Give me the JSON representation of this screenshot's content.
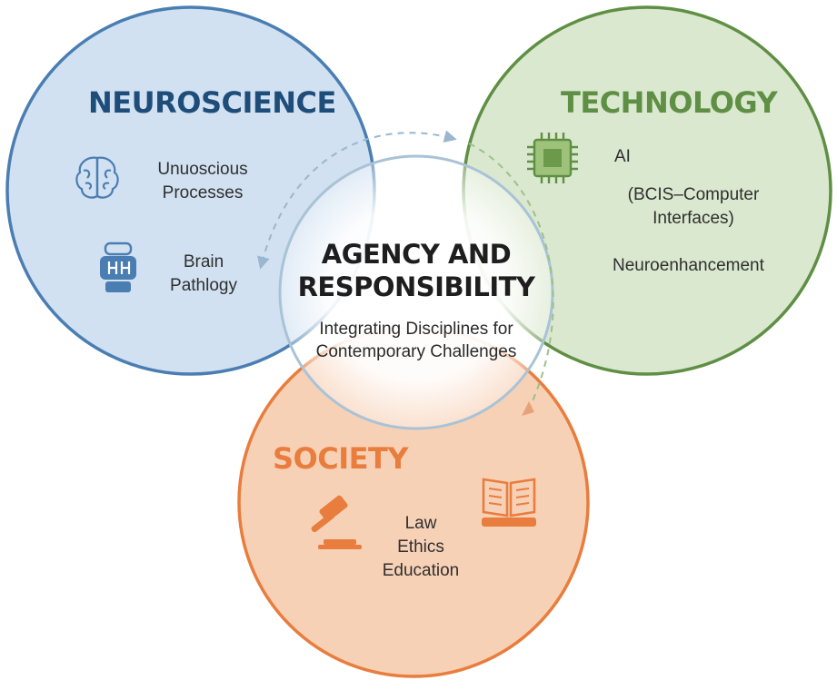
{
  "colors": {
    "neuro": "#4a7eb2",
    "neuro_fill": "#c9dcee",
    "tech": "#5f8f44",
    "tech_fill": "#d4e4c7",
    "society": "#e87d3e",
    "society_fill": "#f6c9a9",
    "center_text": "#1e1e1e"
  },
  "neuroscience": {
    "title": "NEUROSCIENCE",
    "items": [
      "Unuoscious Processes",
      "Brain Pathlogy"
    ],
    "icons": [
      "brain-icon",
      "brain-pathology-icon"
    ]
  },
  "technology": {
    "title": "TECHNOLOGY",
    "items": [
      "AI",
      "(BCIS–Computer Interfaces)",
      "Neuroenhancement"
    ],
    "icons": [
      "microchip-icon"
    ]
  },
  "society": {
    "title": "SOCIETY",
    "items": [
      "Law",
      "Ethics",
      "Education"
    ],
    "icons": [
      "gavel-icon",
      "book-icon"
    ]
  },
  "center": {
    "title": "AGENCY AND RESPONSIBILITY",
    "subtitle": "Integrating Disciplines for Contemporary Challenges"
  }
}
